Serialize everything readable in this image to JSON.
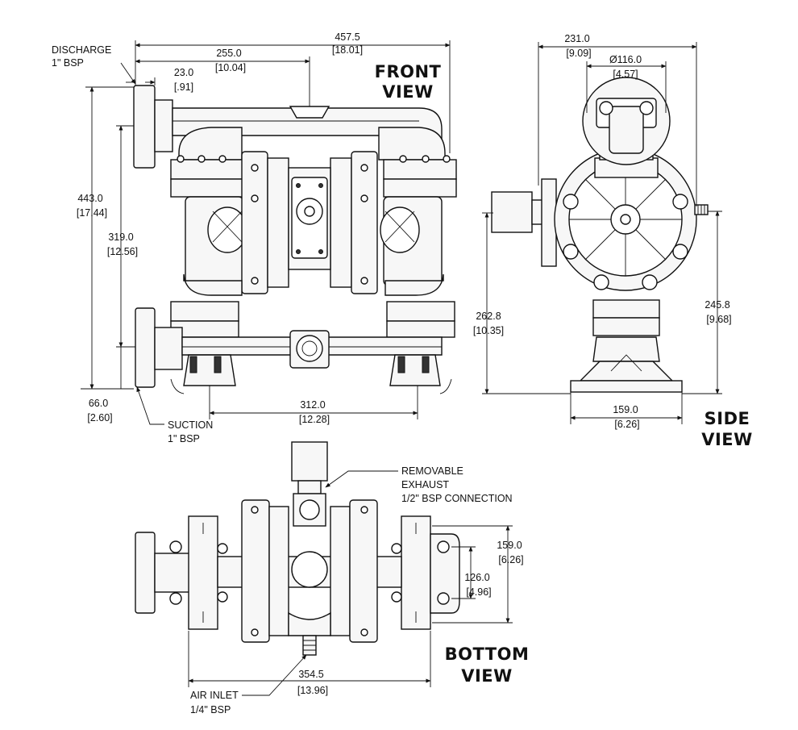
{
  "views": {
    "front": [
      "FRONT",
      "VIEW"
    ],
    "side": [
      "SIDE",
      "VIEW"
    ],
    "bottom": [
      "BOTTOM",
      "VIEW"
    ]
  },
  "callouts": {
    "discharge": [
      "DISCHARGE",
      "1\" BSP"
    ],
    "suction": [
      "SUCTION",
      "1\" BSP"
    ],
    "exhaust": [
      "REMOVABLE",
      "EXHAUST",
      "1/2\" BSP CONNECTION"
    ],
    "air_inlet": [
      "AIR INLET",
      "1/4\" BSP"
    ]
  },
  "dimensions": {
    "front_overall_width": [
      "457.5",
      "[18.01]"
    ],
    "front_to_center": [
      "255.0",
      "[10.04]"
    ],
    "discharge_offset": [
      "23.0",
      "[.91]"
    ],
    "front_overall_height": [
      "443.0",
      "[17.44]"
    ],
    "front_discharge_height": [
      "319.0",
      "[12.56]"
    ],
    "suction_height": [
      "66.0",
      "[2.60]"
    ],
    "front_foot_span": [
      "312.0",
      "[12.28]"
    ],
    "side_overall_width": [
      "231.0",
      "[9.09]"
    ],
    "side_diaphragm_dia": [
      "Ø116.0",
      "[4.57]"
    ],
    "side_air_inlet_height": [
      "262.8",
      "[10.35]"
    ],
    "side_center_height": [
      "245.8",
      "[9.68]"
    ],
    "side_base_width": [
      "159.0",
      "[6.26]"
    ],
    "bottom_depth": [
      "159.0",
      "[6.26]"
    ],
    "bottom_hole_span": [
      "126.0",
      "[4.96]"
    ],
    "bottom_length": [
      "354.5",
      "[13.96]"
    ]
  }
}
